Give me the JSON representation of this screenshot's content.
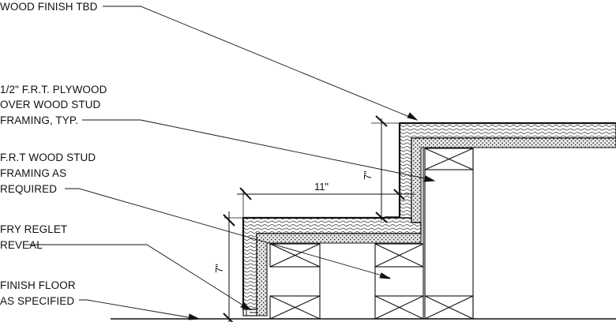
{
  "notes": {
    "wood_finish": [
      "WOOD FINISH TBD"
    ],
    "plywood": [
      "1/2\" F.R.T. PLYWOOD",
      "OVER WOOD STUD",
      "FRAMING, TYP."
    ],
    "stud_framing": [
      "F.R.T WOOD STUD",
      "FRAMING AS",
      "REQUIRED"
    ],
    "reglet": [
      "FRY REGLET",
      "REVEAL"
    ],
    "finish_floor": [
      "FINISH FLOOR",
      "AS SPECIFIED"
    ]
  },
  "dimensions": {
    "tread_depth": "11\"",
    "upper_riser": "7\"",
    "lower_riser": "7\""
  }
}
